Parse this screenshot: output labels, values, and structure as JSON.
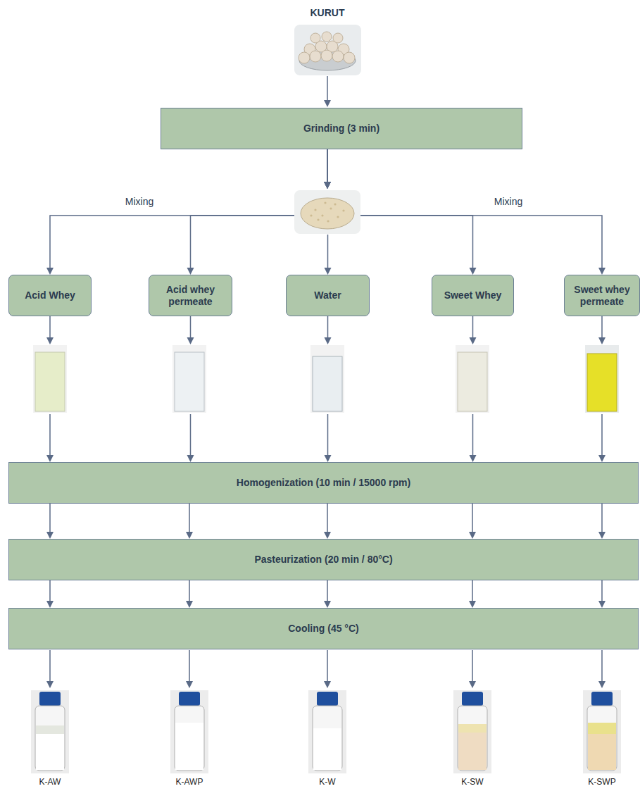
{
  "diagram": {
    "title": "KURUT",
    "nodes": [
      {
        "text": [
          "Grinding (3 min)"
        ]
      },
      {
        "text": [
          "Acid Whey"
        ]
      },
      {
        "text": [
          "Acid whey permeate"
        ]
      },
      {
        "text": [
          "Water"
        ]
      },
      {
        "text": [
          "Sweet Whey"
        ]
      },
      {
        "text": [
          "Sweet whey permeate"
        ]
      },
      {
        "text": [
          "Homogenization (10 min / 15000 rpm)"
        ]
      },
      {
        "text": [
          "Pasteurization (20 min / 80°C)"
        ]
      },
      {
        "text": [
          "Cooling (45 °C)"
        ]
      }
    ],
    "edges": [
      {
        "from": 0,
        "to": 1,
        "arrow": "to"
      },
      {
        "from": 0,
        "to": 2,
        "arrow": "to"
      },
      {
        "from": 0,
        "to": 3,
        "arrow": "to"
      },
      {
        "from": 0,
        "to": 4,
        "arrow": "to"
      },
      {
        "from": 0,
        "to": 5,
        "arrow": "to"
      },
      {
        "from": 1,
        "to": 6,
        "arrow": "to"
      },
      {
        "from": 2,
        "to": 6,
        "arrow": "to"
      },
      {
        "from": 3,
        "to": 6,
        "arrow": "to"
      },
      {
        "from": 4,
        "to": 6,
        "arrow": "to"
      },
      {
        "from": 5,
        "to": 6,
        "arrow": "to"
      },
      {
        "from": 6,
        "to": 7,
        "arrow": "to"
      },
      {
        "from": 6,
        "to": 7,
        "arrow": "to"
      },
      {
        "from": 6,
        "to": 7,
        "arrow": "to"
      },
      {
        "from": 6,
        "to": 7,
        "arrow": "to"
      },
      {
        "from": 6,
        "to": 7,
        "arrow": "to"
      },
      {
        "from": 7,
        "to": 8,
        "arrow": "to"
      },
      {
        "from": 7,
        "to": 8,
        "arrow": "to"
      },
      {
        "from": 7,
        "to": 8,
        "arrow": "to"
      },
      {
        "from": 7,
        "to": 8,
        "arrow": "to"
      },
      {
        "from": 7,
        "to": 8,
        "arrow": "to"
      }
    ],
    "labels": [
      "Mixing",
      "Mixing",
      "K-AW",
      "K-AWP",
      "K-W",
      "K-SW",
      "K-SWP"
    ]
  }
}
